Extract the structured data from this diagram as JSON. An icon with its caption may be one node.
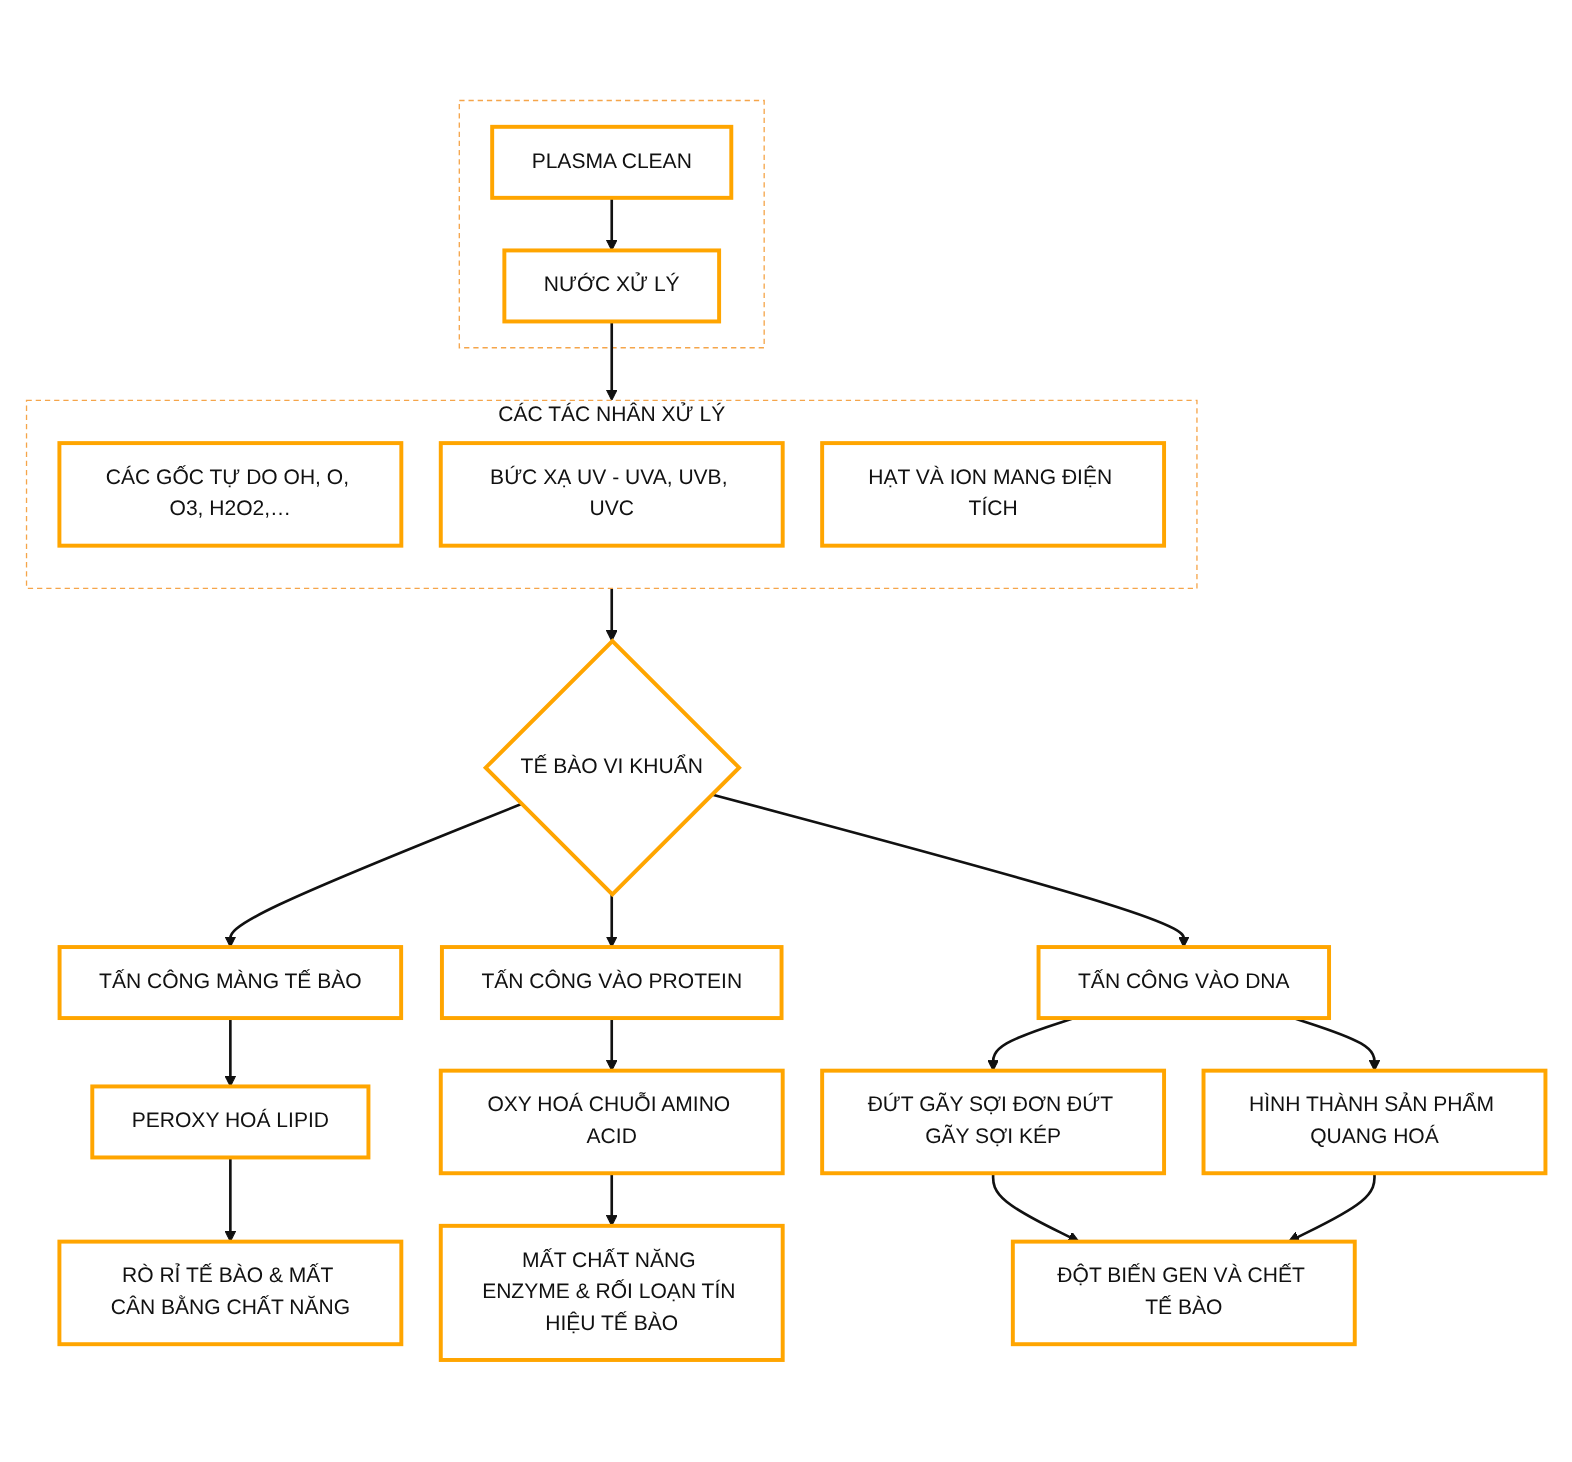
{
  "diagram": {
    "nodes": [
      {
        "text": [],
        "shape": "box"
      },
      {
        "text": [
          "PLASMA CLEAN"
        ],
        "in": 0
      },
      {
        "text": [
          "NƯỚC XỬ LÝ"
        ],
        "in": 0
      },
      {
        "text": [
          "CÁC TÁC NHÂN XỬ LÝ"
        ]
      },
      {
        "text": [
          "CÁC GỐC TỰ DO OH, O, O3, H2O2,…"
        ],
        "in": 3
      },
      {
        "text": [
          "BỨC XẠ UV - UVA, UVB, UVC"
        ],
        "in": 3
      },
      {
        "text": [
          "HẠT VÀ ION MANG ĐIỆN TÍCH"
        ],
        "in": 3
      },
      {
        "text": [
          "TẾ BÀO VI KHUẨN"
        ]
      },
      {
        "text": [
          "TẤN CÔNG MÀNG TẾ BÀO"
        ]
      },
      {
        "text": [
          "TẤN CÔNG VÀO PROTEIN"
        ]
      },
      {
        "text": [
          "TẤN CÔNG VÀO DNA"
        ]
      },
      {
        "text": [
          "PEROXY HOÁ LIPID"
        ]
      },
      {
        "text": [
          "OXY HOÁ CHUỖI AMINO ACID"
        ]
      },
      {
        "text": [
          "ĐỨT GÃY SỢI ĐƠN ĐỨT GÃY SỢI KÉP"
        ]
      },
      {
        "text": [
          "HÌNH THÀNH SẢN PHẨM QUANG HOÁ"
        ]
      },
      {
        "text": [
          "RÒ RỈ TẾ BÀO & MẤT CÂN BẰNG CHẤT NĂNG"
        ]
      },
      {
        "text": [
          "MẤT CHẤT NĂNG ENZYME & RỐI LOẠN TÍN HIỆU TẾ BÀO"
        ]
      },
      {
        "text": [
          "ĐỘT BIẾN GEN VÀ CHẾT TẾ BÀO"
        ]
      }
    ],
    "edges": [
      {
        "from": 1,
        "to": 2,
        "arrow": "to"
      },
      {
        "from": 2,
        "to": 3,
        "arrow": "to"
      },
      {
        "from": 3,
        "to": 7,
        "arrow": "to"
      },
      {
        "from": 7,
        "to": 8,
        "arrow": "to"
      },
      {
        "from": 7,
        "to": 9,
        "arrow": "to"
      },
      {
        "from": 7,
        "to": 10,
        "arrow": "to"
      },
      {
        "from": 8,
        "to": 11,
        "arrow": "to"
      },
      {
        "from": 9,
        "to": 12,
        "arrow": "to"
      },
      {
        "from": 10,
        "to": 13,
        "arrow": "to"
      },
      {
        "from": 10,
        "to": 14,
        "arrow": "to"
      },
      {
        "from": 11,
        "to": 15,
        "arrow": "to"
      },
      {
        "from": 12,
        "to": 16,
        "arrow": "to"
      },
      {
        "from": 13,
        "to": 17,
        "arrow": "to"
      },
      {
        "from": 14,
        "to": 17,
        "arrow": "to"
      }
    ]
  }
}
